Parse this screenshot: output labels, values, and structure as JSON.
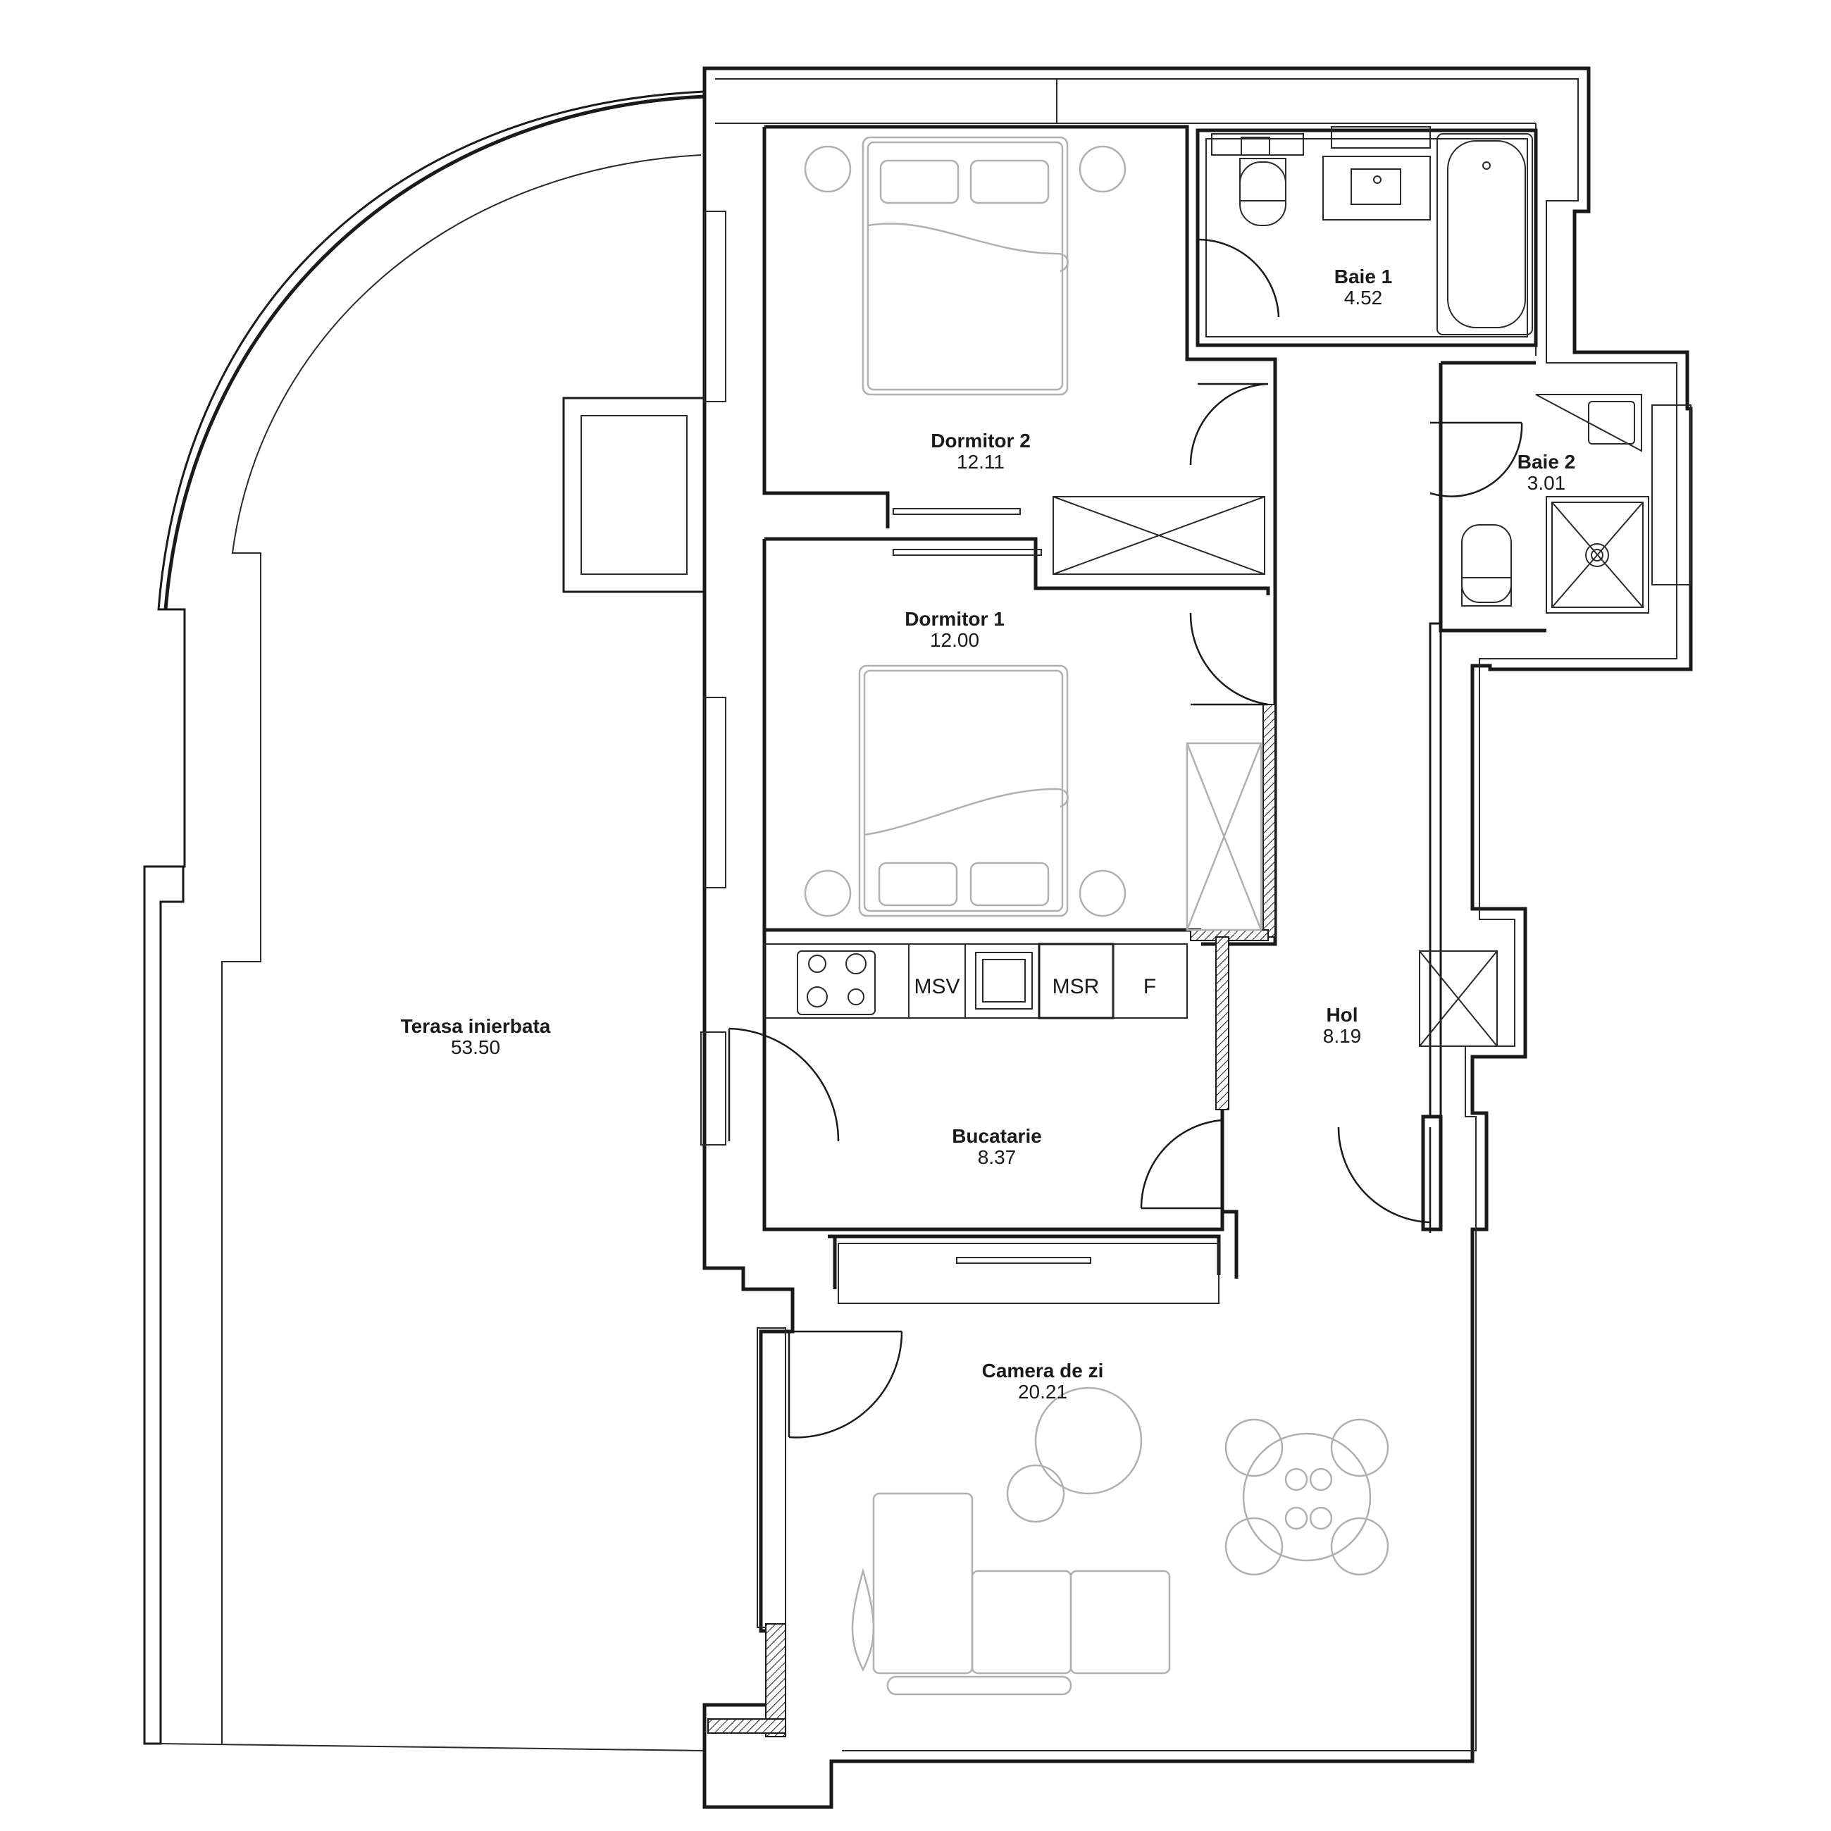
{
  "rooms": [
    {
      "id": "terasa",
      "name": "Terasa inierbata",
      "area": "53.50"
    },
    {
      "id": "dormitor2",
      "name": "Dormitor 2",
      "area": "12.11"
    },
    {
      "id": "baie1",
      "name": "Baie 1",
      "area": "4.52"
    },
    {
      "id": "baie2",
      "name": "Baie 2",
      "area": "3.01"
    },
    {
      "id": "dormitor1",
      "name": "Dormitor 1",
      "area": "12.00"
    },
    {
      "id": "hol",
      "name": "Hol",
      "area": "8.19"
    },
    {
      "id": "bucatarie",
      "name": "Bucatarie",
      "area": "8.37"
    },
    {
      "id": "camera",
      "name": "Camera de zi",
      "area": "20.21"
    }
  ],
  "appliances": {
    "msv": "MSV",
    "msr": "MSR",
    "f": "F"
  }
}
